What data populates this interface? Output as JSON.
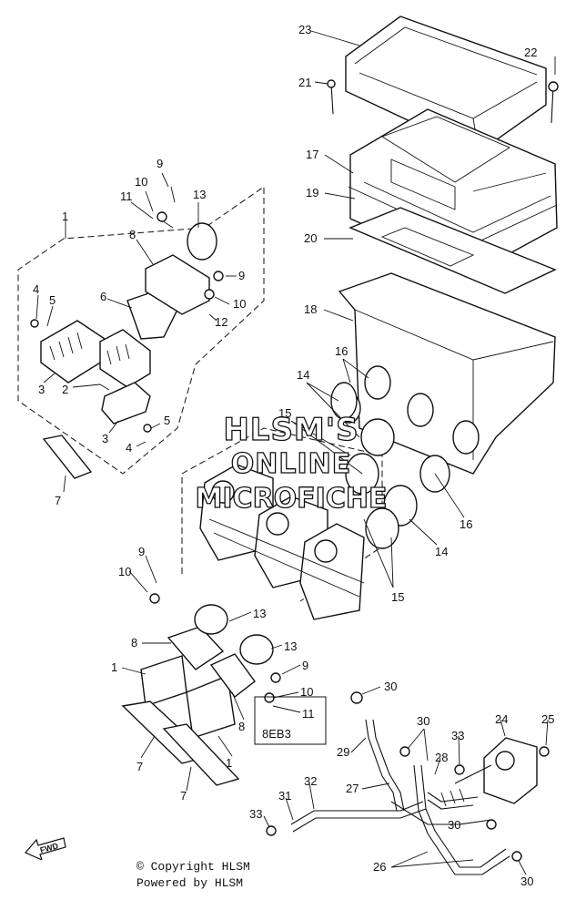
{
  "diagram": {
    "callouts": [
      "1",
      "2",
      "3",
      "4",
      "5",
      "6",
      "7",
      "8",
      "9",
      "10",
      "11",
      "12",
      "13",
      "14",
      "15",
      "16",
      "17",
      "18",
      "19",
      "20",
      "21",
      "22",
      "23",
      "24",
      "25",
      "26",
      "27",
      "28",
      "29",
      "30",
      "31",
      "32",
      "33"
    ],
    "variant_label": "8EB3",
    "fwd_label": "FWD"
  },
  "watermark": {
    "line1": "HLSM'S",
    "line2": "ONLINE",
    "line3": "MICROFICHE"
  },
  "footer": {
    "copyright": "© Copyright HLSM",
    "powered": "Powered by HLSM"
  }
}
